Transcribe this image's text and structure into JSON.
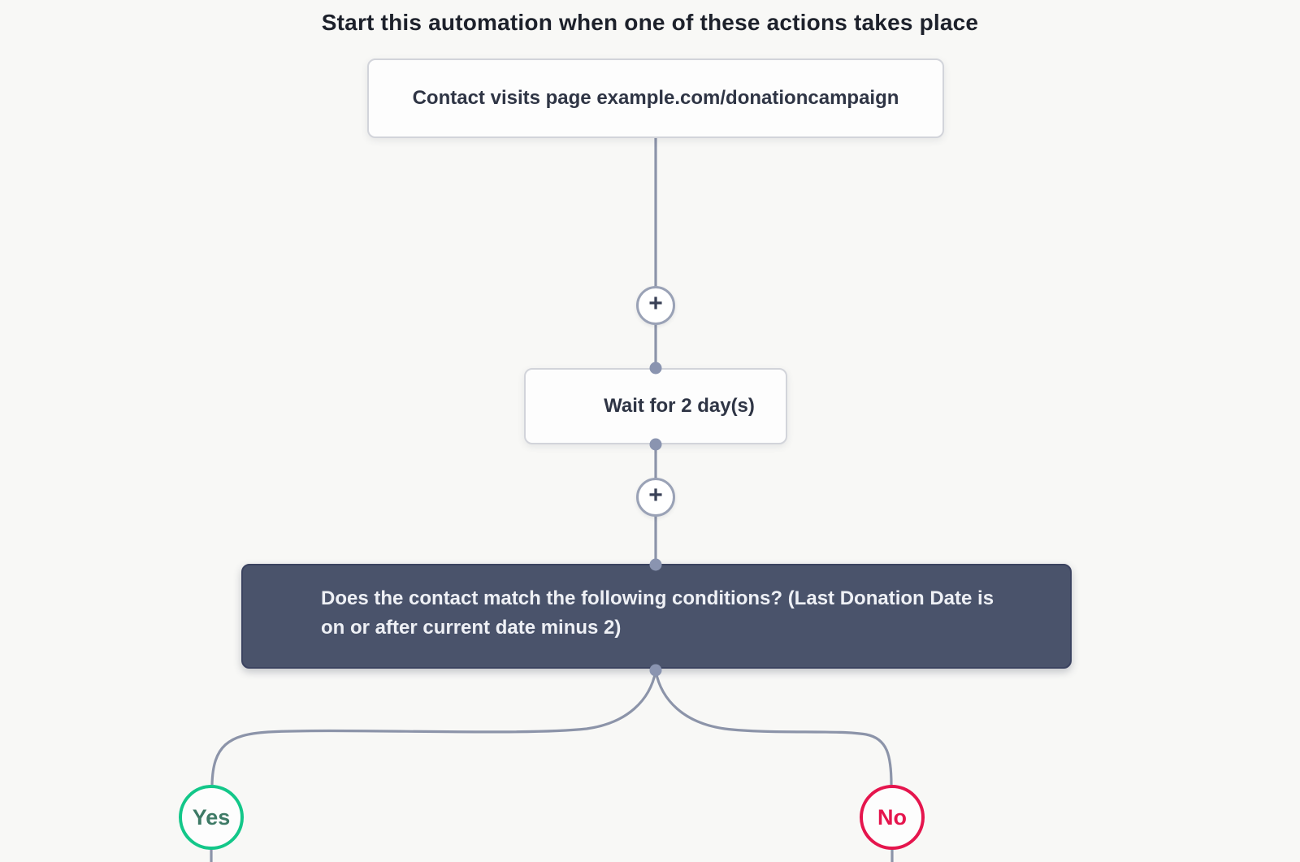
{
  "header": {
    "title": "Start this automation when one of these actions takes place"
  },
  "workflow": {
    "trigger": {
      "label": "Contact visits page example.com/donationcampaign"
    },
    "wait": {
      "label": "Wait for 2 day(s)"
    },
    "condition": {
      "label": "Does the contact match the following conditions? (Last Donation Date is on or after current date minus 2)",
      "lines": [
        "Does the contact match the following conditions? (Last Donation Date is",
        "on or after current date minus 2)"
      ]
    },
    "branches": {
      "yes": {
        "label": "Yes"
      },
      "no": {
        "label": "No"
      }
    }
  },
  "icons": {
    "plus": "+"
  },
  "colors": {
    "connector": "#8c94a9",
    "dot": "#8a94b0",
    "canvas-bg": "#f8f8f6",
    "node-bg": "#fdfdfd",
    "node-border": "#d2d4da",
    "node-text": "#2f3545",
    "condition-bg": "#4a536b",
    "condition-border": "#3b4360",
    "condition-text": "#eef0f5",
    "yes-green": "#13c789",
    "yes-text": "#3e7a66",
    "no-red": "#e5154d",
    "plus-border": "#9aa2b6",
    "plus-text": "#3a4157",
    "title-text": "#1d212b"
  }
}
